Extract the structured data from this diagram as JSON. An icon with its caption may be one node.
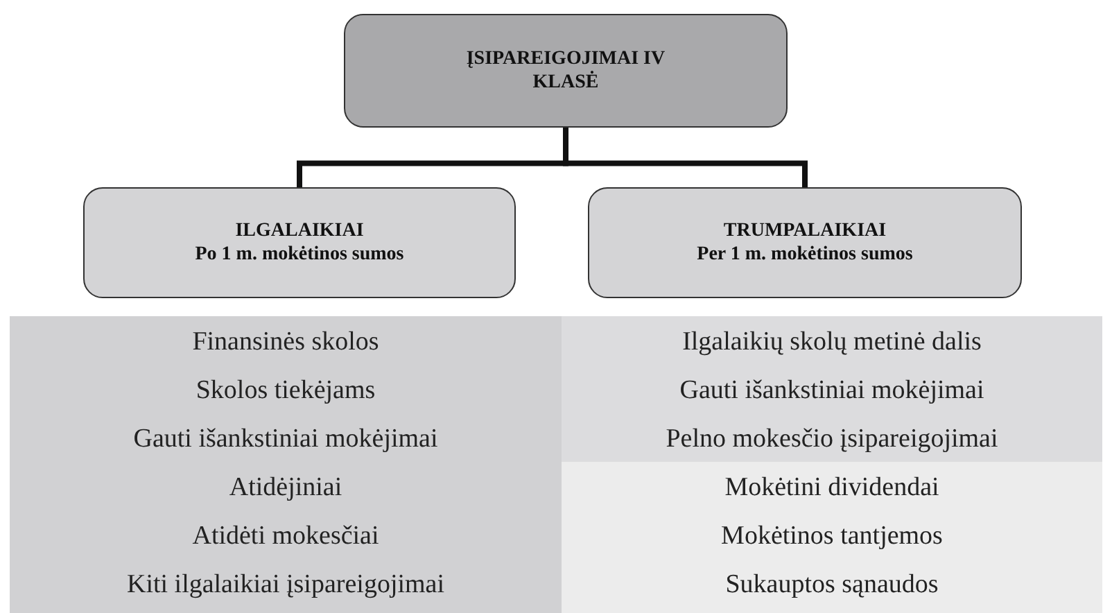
{
  "diagram": {
    "nodes": [
      {
        "text": [
          "ĮSIPAREIGOJIMAI IV KLASĖ"
        ]
      },
      {
        "text": [
          "ILGALAIKIAI",
          "Po 1 m. mokėtinos sumos"
        ]
      },
      {
        "text": [
          "TRUMPALAIKIAI",
          "Per 1 m. mokėtinos sumos"
        ]
      }
    ],
    "edges": [
      {
        "from": 0,
        "to": 1,
        "arrow": "none"
      },
      {
        "from": 0,
        "to": 2,
        "arrow": "none"
      }
    ],
    "labels": [
      "Finansinės skolos",
      "Ilgalaikių skolų metinė dalis",
      "Skolos tiekėjams",
      "Gauti išankstiniai mokėjimai",
      "Gauti išankstiniai mokėjimai",
      "Pelno mokesčio įsipareigojimai",
      "Atidėjiniai",
      "Mokėtini dividendai",
      "Atidėti mokesčiai",
      "Mokėtinos tantjemos",
      "Kiti ilgalaikiai įsipareigojimai",
      "Sukauptos sąnaudos"
    ]
  }
}
